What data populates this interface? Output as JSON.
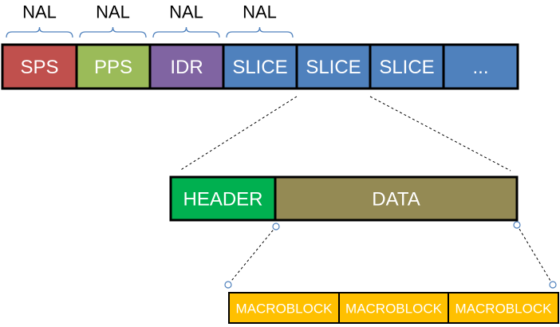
{
  "nal_label": "NAL",
  "nal_brackets": [
    "NAL",
    "NAL",
    "NAL",
    "NAL"
  ],
  "stream": [
    {
      "label": "SPS",
      "color": "#c0504d"
    },
    {
      "label": "PPS",
      "color": "#9bbb59"
    },
    {
      "label": "IDR",
      "color": "#8064a2"
    },
    {
      "label": "SLICE",
      "color": "#4f81bd"
    },
    {
      "label": "SLICE",
      "color": "#4f81bd"
    },
    {
      "label": "SLICE",
      "color": "#4f81bd"
    },
    {
      "label": "...",
      "color": "#4f81bd"
    }
  ],
  "slice": {
    "header": {
      "label": "HEADER",
      "color": "#00b050"
    },
    "data": {
      "label": "DATA",
      "color": "#948a54"
    }
  },
  "macroblocks": [
    {
      "label": "MACROBLOCK",
      "color": "#ffc000"
    },
    {
      "label": "MACROBLOCK",
      "color": "#ffc000"
    },
    {
      "label": "MACROBLOCK",
      "color": "#ffc000"
    }
  ],
  "colors": {
    "outline": "#000000",
    "bracket": "#4f81bd",
    "connector": "#000000",
    "dot_stroke": "#4f81bd"
  }
}
